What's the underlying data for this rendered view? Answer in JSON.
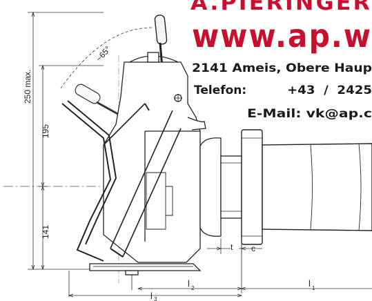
{
  "overlay": {
    "brand_name": "A.PIERINGER",
    "website": "www.ap.w",
    "address": "2141 Ameis, Obere Haup",
    "phone_label": "Telefon:",
    "phone_value": "+43  /  2425",
    "email": "E-Mail: vk@ap.c",
    "brand_color": "#c8102e"
  },
  "drawing": {
    "angle_label": "~65°",
    "dim_total_height": "250 max.",
    "dim_upper_height": "195",
    "dim_lower_height": "141",
    "dim_t": "t",
    "dim_c": "c",
    "dim_l1": "l",
    "dim_l1_sub": "1",
    "dim_l2": "l",
    "dim_l2_sub": "2",
    "dim_l3": "l",
    "dim_l3_sub": "3"
  }
}
